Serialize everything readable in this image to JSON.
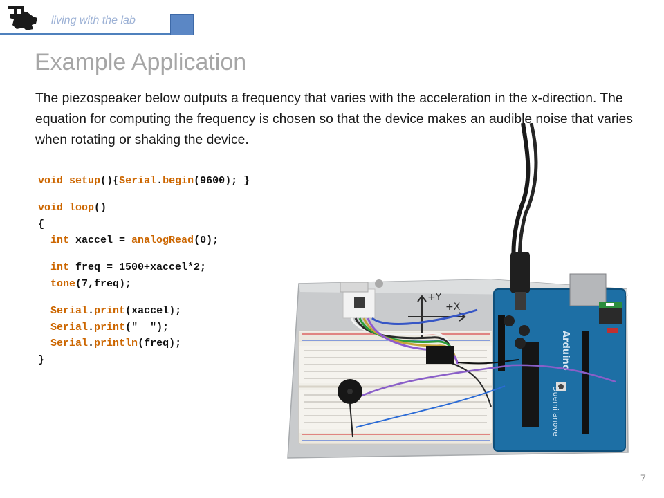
{
  "header": {
    "tagline": "living with the lab",
    "accent": "#4f81bd"
  },
  "slide": {
    "title": "Example Application",
    "body": "The piezospeaker below outputs a frequency that varies with the acceleration in the x-direction. The equation for computing the frequency is chosen so that the device makes an audible noise that varies when rotating or shaking the device.",
    "page_number": "7"
  },
  "code": {
    "lines": [
      [
        {
          "t": "void",
          "c": "kw"
        },
        {
          "t": " "
        },
        {
          "t": "setup",
          "c": "fn"
        },
        {
          "t": "(){"
        },
        {
          "t": "Serial",
          "c": "kw"
        },
        {
          "t": "."
        },
        {
          "t": "begin",
          "c": "fn"
        },
        {
          "t": "(9600); }"
        }
      ],
      [],
      [
        {
          "t": "void",
          "c": "kw"
        },
        {
          "t": " "
        },
        {
          "t": "loop",
          "c": "fn"
        },
        {
          "t": "()"
        }
      ],
      [
        {
          "t": "{"
        }
      ],
      [
        {
          "t": "  "
        },
        {
          "t": "int",
          "c": "kw"
        },
        {
          "t": " xaccel = "
        },
        {
          "t": "analogRead",
          "c": "fn"
        },
        {
          "t": "(0);"
        }
      ],
      [],
      [
        {
          "t": "  "
        },
        {
          "t": "int",
          "c": "kw"
        },
        {
          "t": " freq = 1500+xaccel*2;"
        }
      ],
      [
        {
          "t": "  "
        },
        {
          "t": "tone",
          "c": "fn"
        },
        {
          "t": "(7,freq);"
        }
      ],
      [],
      [
        {
          "t": "  "
        },
        {
          "t": "Serial",
          "c": "kw"
        },
        {
          "t": "."
        },
        {
          "t": "print",
          "c": "fn"
        },
        {
          "t": "(xaccel);"
        }
      ],
      [
        {
          "t": "  "
        },
        {
          "t": "Serial",
          "c": "kw"
        },
        {
          "t": "."
        },
        {
          "t": "print",
          "c": "fn"
        },
        {
          "t": "(\"  \");"
        }
      ],
      [
        {
          "t": "  "
        },
        {
          "t": "Serial",
          "c": "kw"
        },
        {
          "t": "."
        },
        {
          "t": "println",
          "c": "fn"
        },
        {
          "t": "(freq);"
        }
      ],
      [
        {
          "t": "}"
        }
      ]
    ]
  },
  "photo": {
    "board_labels": [
      "Duemilanove",
      "Arduino"
    ],
    "ink_labels": [
      "+Y",
      "+X"
    ]
  }
}
